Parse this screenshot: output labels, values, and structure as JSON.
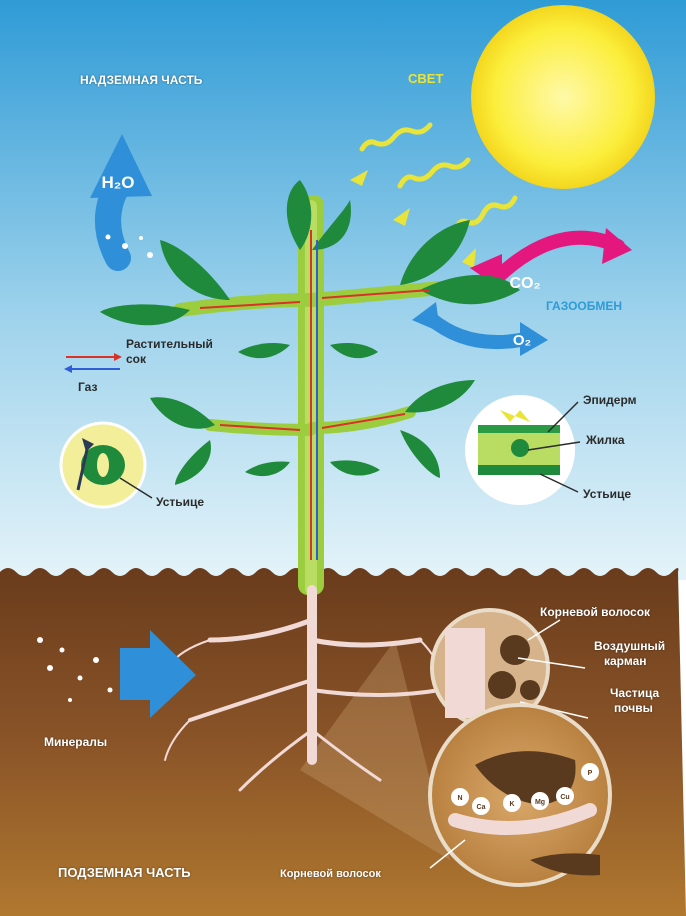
{
  "labels": {
    "above_ground": "НАДЗЕМНАЯ ЧАСТЬ",
    "light": "СВЕТ",
    "h2o": "H₂O",
    "co2": "CO₂",
    "o2": "O₂",
    "gas_exchange": "ГАЗООБМЕН",
    "plant_sap_line1": "Растительный",
    "plant_sap_line2": "сок",
    "gas": "Газ",
    "stoma_left": "Устьице",
    "epidermis": "Эпидерм",
    "vein": "Жилка",
    "stoma_right": "Устьице",
    "root_hair_top": "Корневой волосок",
    "air_pocket_line1": "Воздушный",
    "air_pocket_line2": "карман",
    "soil_particle_line1": "Частица",
    "soil_particle_line2": "почвы",
    "minerals": "Минералы",
    "underground": "ПОДЗЕМНАЯ ЧАСТЬ",
    "root_hair_bottom": "Корневой волосок"
  },
  "ions": [
    "N",
    "Ca",
    "K",
    "Mg",
    "Cu",
    "P"
  ],
  "colors": {
    "sky_top": "#2f9bd6",
    "sky_bottom": "#dff1f8",
    "sun": "#fbee3b",
    "leaf": "#1f8a3b",
    "stem": "#9ccd3f",
    "soil": "#7b4a24",
    "water_arrow": "#2f8fd8",
    "co2_arrow": "#e4177f",
    "sap_arrow": "#d8322a",
    "light_arrow": "#e9e43a",
    "gas_exchange": "#2f9bd6"
  }
}
